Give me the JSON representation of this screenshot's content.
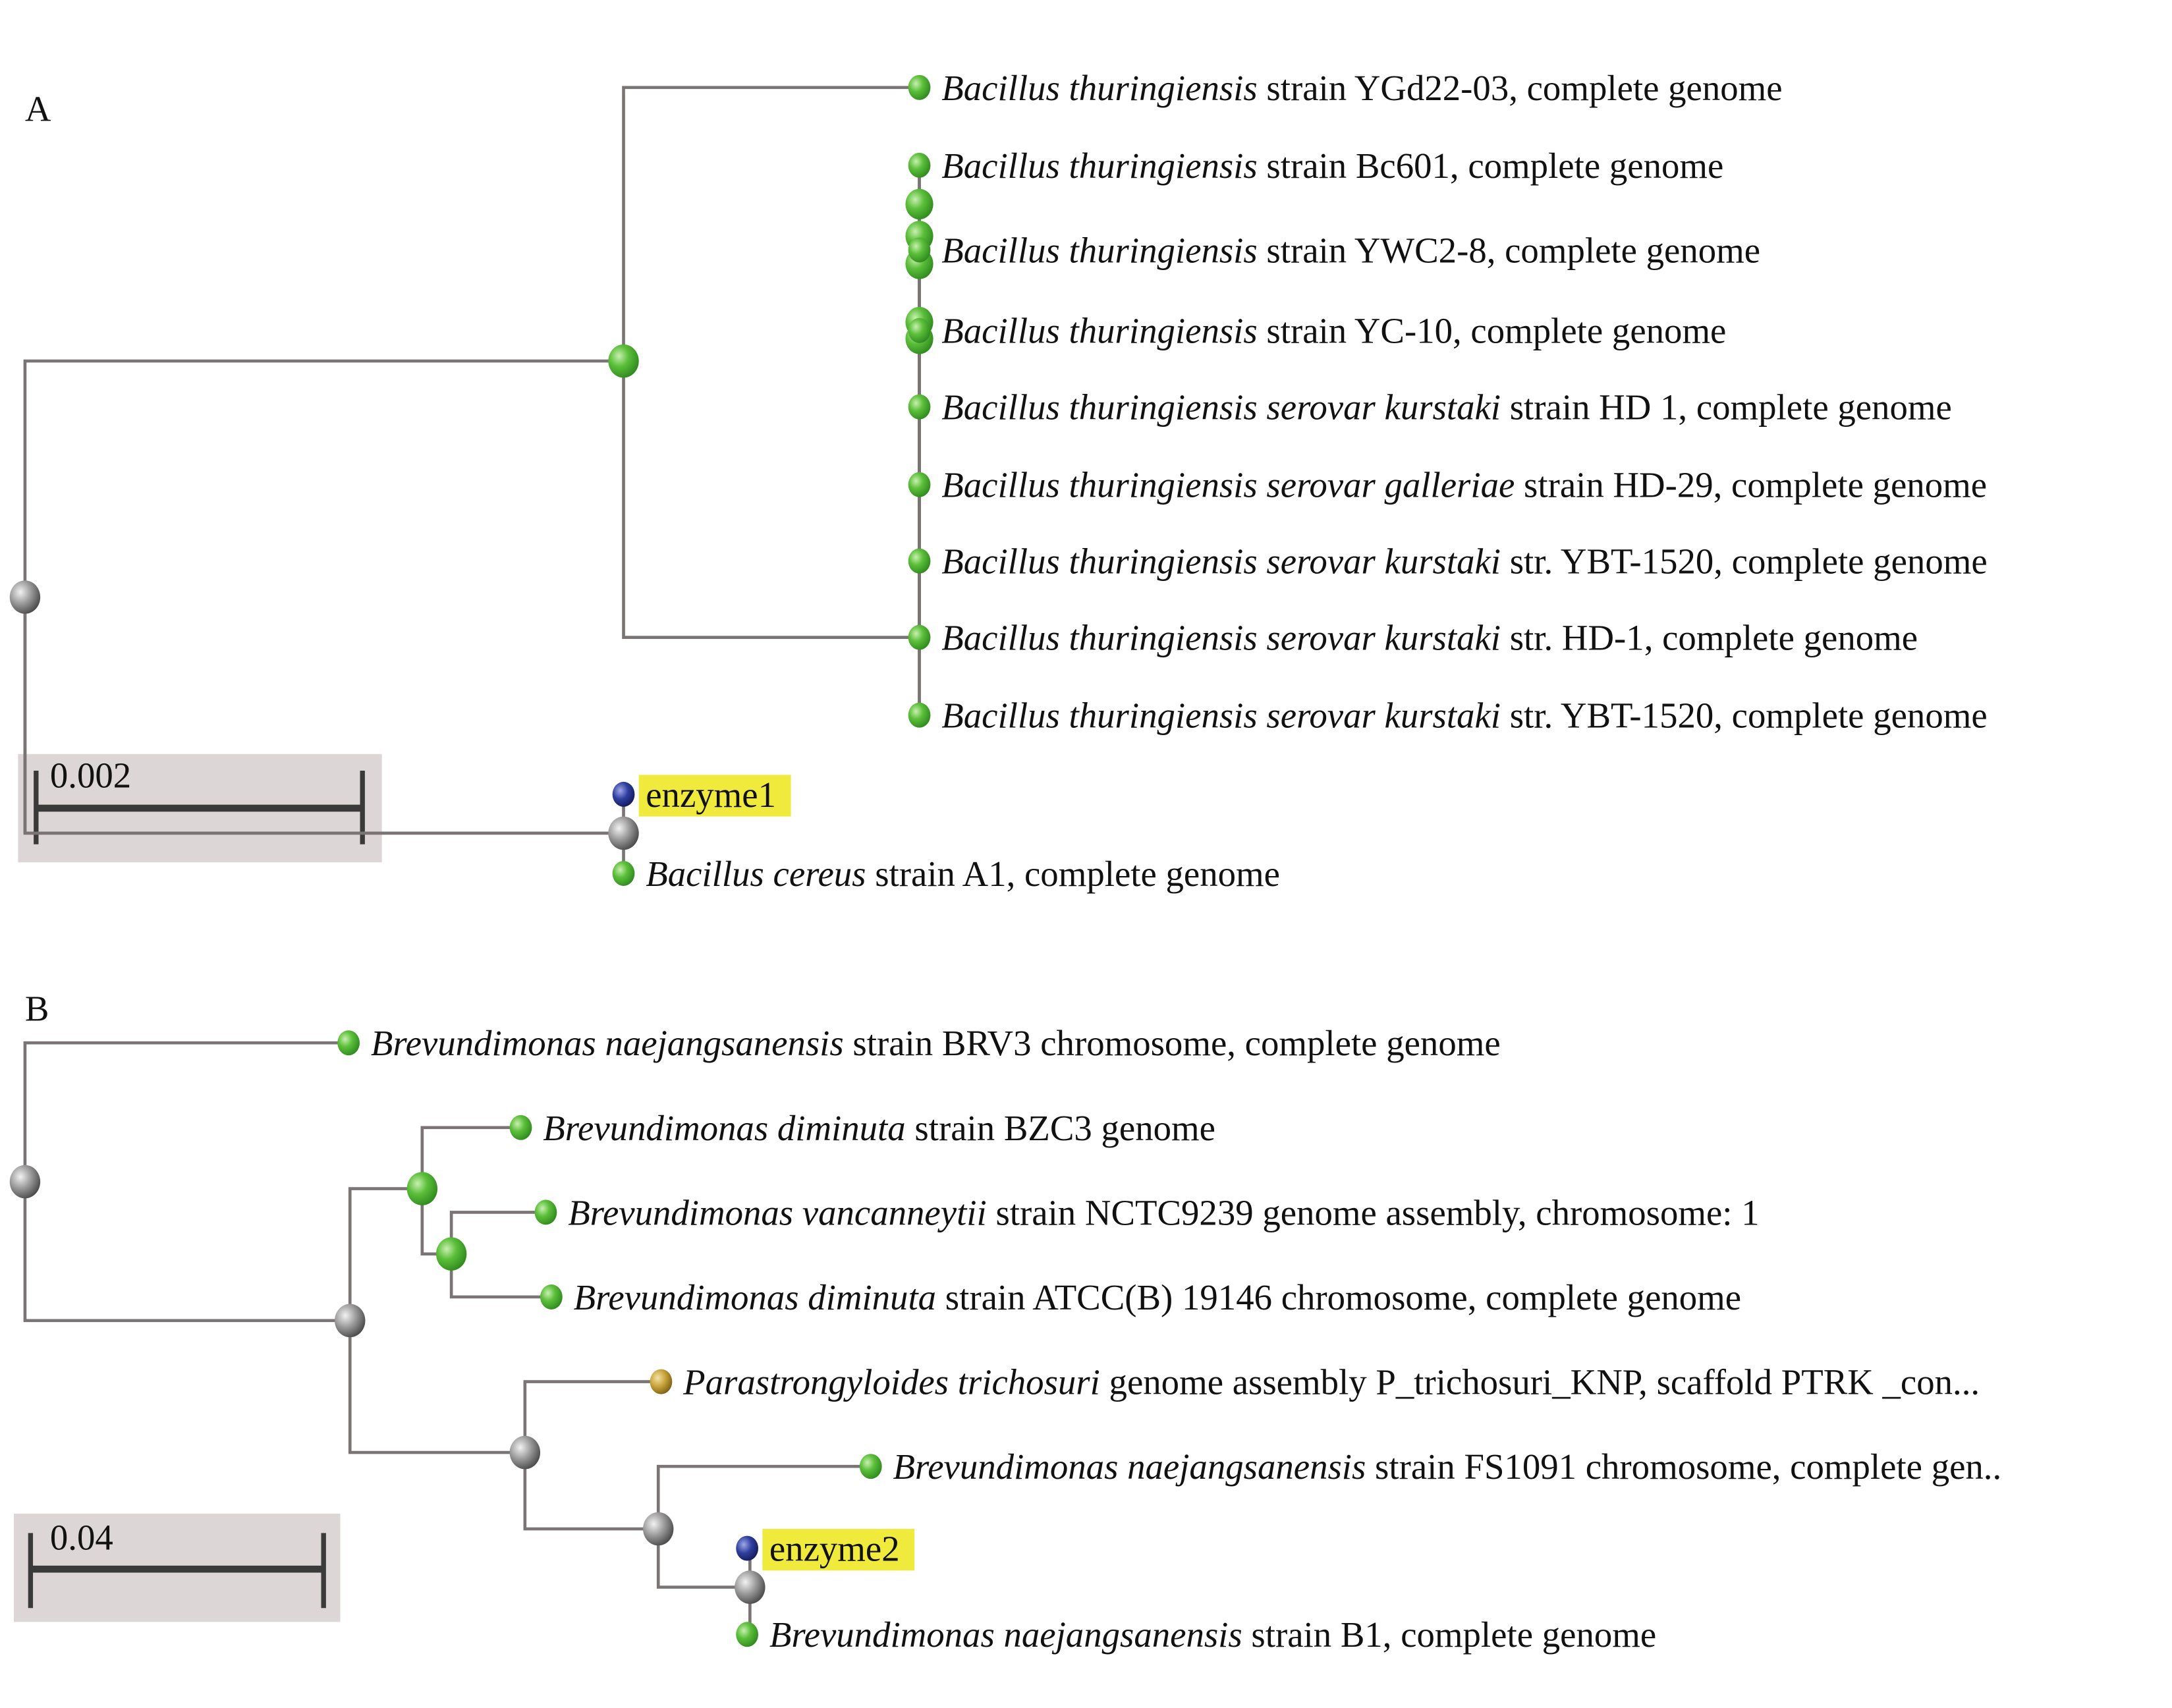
{
  "figure": {
    "panels": [
      {
        "id": "A",
        "letter": "A",
        "scale_label": "0.002",
        "colors": {
          "leaf": "#5cbf3a",
          "internal_supported": "#5cbf3a",
          "internal": "#9a9a9a",
          "query": "#2f3f9e",
          "highlight": "#f0ea3c"
        },
        "nodes": [
          {
            "id": "rootA",
            "type": "internal",
            "color": "gray"
          },
          {
            "id": "a1",
            "type": "internal",
            "color": "green",
            "parent": "rootA"
          },
          {
            "id": "a2",
            "type": "internal",
            "color": "green",
            "parent": "a1"
          },
          {
            "id": "a3",
            "type": "internal",
            "color": "gray",
            "parent": "rootA"
          },
          {
            "id": "aL1",
            "type": "leaf",
            "color": "green",
            "parent": "a1",
            "italic": "Bacillus thuringiensis",
            "rest": " strain YGd22-03, complete genome"
          },
          {
            "id": "aL2",
            "type": "leaf",
            "color": "green",
            "parent": "a2",
            "italic": "Bacillus thuringiensis",
            "rest": " strain Bc601, complete genome"
          },
          {
            "id": "aL3",
            "type": "leaf",
            "color": "green",
            "parent": "a2",
            "italic": "Bacillus thuringiensis",
            "rest": " strain YWC2-8, complete genome"
          },
          {
            "id": "aL4",
            "type": "leaf",
            "color": "green",
            "parent": "a2",
            "italic": "Bacillus thuringiensis",
            "rest": " strain YC-10, complete genome"
          },
          {
            "id": "aL5",
            "type": "leaf",
            "color": "green",
            "parent": "a2",
            "italic": "Bacillus thuringiensis serovar kurstaki",
            "rest": " strain HD 1,  complete genome"
          },
          {
            "id": "aL6",
            "type": "leaf",
            "color": "green",
            "parent": "a2",
            "italic": "Bacillus thuringiensis serovar galleriae",
            "rest": " strain HD-29, complete genome"
          },
          {
            "id": "aL7",
            "type": "leaf",
            "color": "green",
            "parent": "a2",
            "italic": "Bacillus thuringiensis serovar kurstaki",
            "rest": " str. YBT-1520, complete genome"
          },
          {
            "id": "aL8",
            "type": "leaf",
            "color": "green",
            "parent": "a2",
            "italic": "Bacillus thuringiensis serovar kurstaki",
            "rest": " str. HD-1, complete genome"
          },
          {
            "id": "aL9",
            "type": "leaf",
            "color": "green",
            "parent": "a2",
            "italic": "Bacillus thuringiensis serovar kurstaki",
            "rest": " str. YBT-1520, complete genome"
          },
          {
            "id": "aQ",
            "type": "leaf",
            "color": "blue",
            "parent": "a3",
            "italic": "",
            "rest": "enzyme1",
            "highlight": true
          },
          {
            "id": "aL10",
            "type": "leaf",
            "color": "green",
            "parent": "a3",
            "italic": "Bacillus cereus",
            "rest": " strain A1, complete genome"
          }
        ]
      },
      {
        "id": "B",
        "letter": "B",
        "scale_label": "0.04",
        "nodes": [
          {
            "id": "rootB",
            "type": "internal",
            "color": "gray"
          },
          {
            "id": "bL1",
            "type": "leaf",
            "color": "green",
            "parent": "rootB",
            "italic": "Brevundimonas naejangsanensis",
            "rest": " strain BRV3 chromosome, complete genome"
          },
          {
            "id": "b1",
            "type": "internal",
            "color": "gray",
            "parent": "rootB"
          },
          {
            "id": "b2",
            "type": "internal",
            "color": "green",
            "parent": "b1"
          },
          {
            "id": "bL2",
            "type": "leaf",
            "color": "green",
            "parent": "b2",
            "italic": "Brevundimonas diminuta",
            "rest": " strain BZC3 genome"
          },
          {
            "id": "b3",
            "type": "internal",
            "color": "green",
            "parent": "b2"
          },
          {
            "id": "bL3",
            "type": "leaf",
            "color": "green",
            "parent": "b3",
            "italic": "Brevundimonas vancanneytii",
            "rest": " strain NCTC9239 genome assembly, chromosome: 1"
          },
          {
            "id": "bL4",
            "type": "leaf",
            "color": "green",
            "parent": "b3",
            "italic": "Brevundimonas diminuta",
            "rest": " strain ATCC(B) 19146 chromosome, complete genome"
          },
          {
            "id": "b4",
            "type": "internal",
            "color": "gray",
            "parent": "b1"
          },
          {
            "id": "bL5",
            "type": "leaf",
            "color": "gold",
            "parent": "b4",
            "italic": "Parastrongyloides trichosuri",
            "rest": " genome assembly P_trichosuri_KNP, scaffold PTRK _con..."
          },
          {
            "id": "b5",
            "type": "internal",
            "color": "gray",
            "parent": "b4"
          },
          {
            "id": "bL6",
            "type": "leaf",
            "color": "green",
            "parent": "b5",
            "italic": "Brevundimonas naejangsanensis",
            "rest": " strain FS1091 chromosome, complete gen.."
          },
          {
            "id": "b6",
            "type": "internal",
            "color": "gray",
            "parent": "b5"
          },
          {
            "id": "bQ",
            "type": "leaf",
            "color": "blue",
            "parent": "b6",
            "italic": "",
            "rest": "enzyme2",
            "highlight": true
          },
          {
            "id": "bL7",
            "type": "leaf",
            "color": "green",
            "parent": "b6",
            "italic": "Brevundimonas naejangsanensis",
            "rest": " strain B1, complete genome"
          }
        ]
      }
    ],
    "palette": {
      "green": "#5cbf3a",
      "gray": "#9b9b9b",
      "blue": "#2f3f9e",
      "gold": "#c9a43a",
      "highlight": "#f0ea3c"
    }
  }
}
